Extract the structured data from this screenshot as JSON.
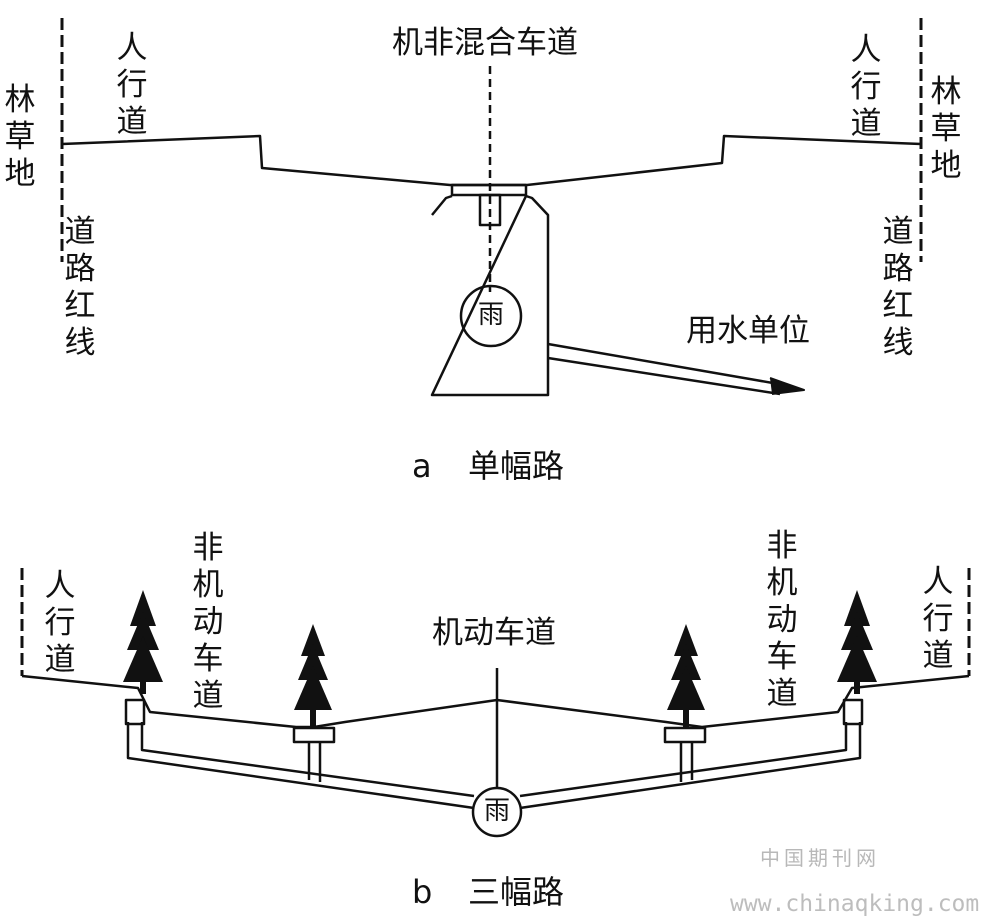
{
  "diagram_a": {
    "center_label": "机非混合车道",
    "left_sidewalk": "人行道",
    "right_sidewalk": "人行道",
    "left_green": "林草地",
    "right_green": "林草地",
    "left_redline": "道路红线",
    "right_redline": "道路红线",
    "rain_symbol": "雨",
    "water_user": "用水单位",
    "caption_letter": "a",
    "caption_text": "单幅路"
  },
  "diagram_b": {
    "center_label": "机动车道",
    "left_sidewalk": "人行道",
    "right_sidewalk": "人行道",
    "left_nonmotor": "非机动车道",
    "right_nonmotor": "非机动车道",
    "rain_symbol": "雨",
    "caption_letter": "b",
    "caption_text": "三幅路"
  },
  "watermark": {
    "cn": "中国期刊网",
    "url": "www.chinaqking.com"
  },
  "colors": {
    "ink": "#111111",
    "paper": "#ffffff",
    "watermark": "#bbbbbb"
  }
}
